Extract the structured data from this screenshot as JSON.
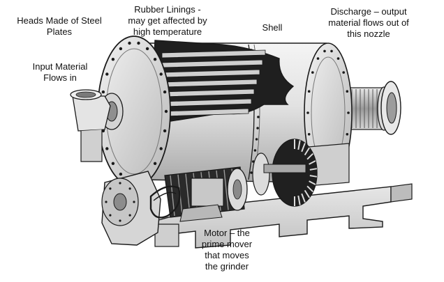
{
  "labels": {
    "heads": [
      "Heads Made of Steel",
      "Plates"
    ],
    "rubber": [
      "Rubber Linings  -",
      "may get affected by",
      "high temperature"
    ],
    "shell": [
      "Shell"
    ],
    "input": [
      "Input Material",
      "Flows in"
    ],
    "discharge": [
      "Discharge – output",
      "material flows out of",
      "this nozzle"
    ],
    "motor": [
      "Motor – the",
      "prime mover",
      "that moves",
      "the grinder"
    ]
  },
  "colors": {
    "metal_light": "#eeeeee",
    "metal_mid": "#bdbdbd",
    "metal_dark": "#6e6e6e",
    "outline": "#1a1a1a",
    "lining_dark": "#2b2b2b"
  }
}
